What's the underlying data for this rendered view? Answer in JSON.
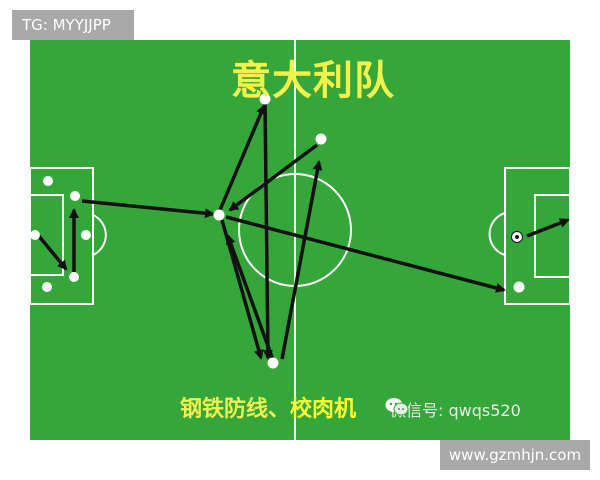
{
  "watermark_top": "TG: MYYJJPP",
  "watermark_bottom": "www.gzmhjn.com",
  "diagram": {
    "title": "意大利队",
    "caption_part1": "钢铁防线、",
    "caption_part2": "校肉机",
    "wechat_text": "微信号: qwqs520",
    "icons": [
      "wechat-icon",
      "soccer-ball-icon"
    ],
    "colors": {
      "pitch": "#35a73a",
      "lines": "#ffffff",
      "arrows": "#111111",
      "title": "#f2f24a"
    }
  }
}
